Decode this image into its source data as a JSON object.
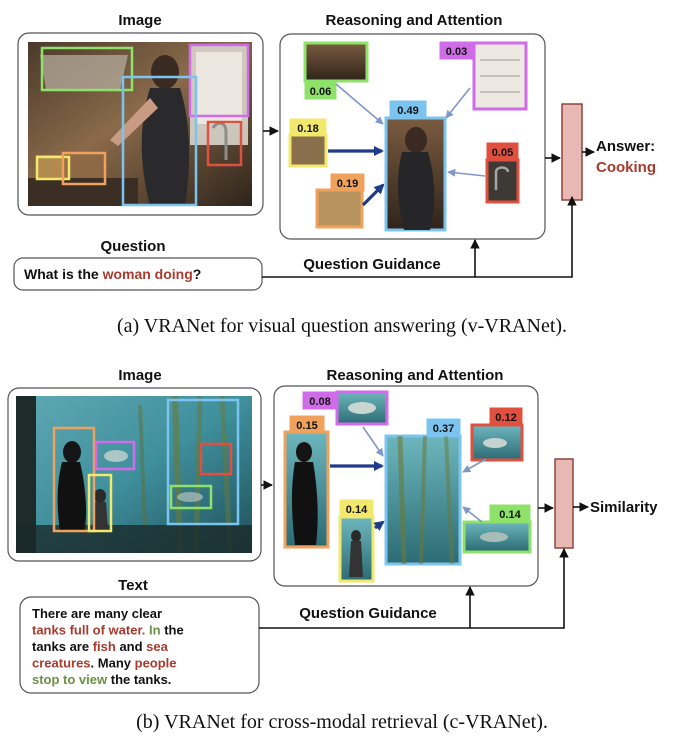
{
  "colors": {
    "emph_red": "#a83a2e",
    "emph_green": "#6b8f45",
    "green_box": "#8ee26a",
    "magenta_box": "#d06ce8",
    "blue_box": "#7cc4f0",
    "yellow_box": "#f2e86b",
    "orange_box": "#f0a25c",
    "red_box": "#e0503f",
    "fusion": "#e7b8b4"
  },
  "panel_a": {
    "image_title": "Image",
    "reasoning_title": "Reasoning and Attention",
    "question_title": "Question",
    "question_parts": [
      "What is the ",
      "woman doing",
      "?"
    ],
    "guidance_label": "Question Guidance",
    "answer_label": "Answer:",
    "answer_value": "Cooking",
    "scores": {
      "hood": "0.06",
      "window": "0.03",
      "woman": "0.49",
      "pot": "0.18",
      "board": "0.19",
      "faucet": "0.05"
    },
    "caption": "(a) VRANet for visual question answering (v-VRANet)."
  },
  "panel_b": {
    "image_title": "Image",
    "reasoning_title": "Reasoning and Attention",
    "text_title": "Text",
    "text_lines": [
      [
        [
          "There are many clear",
          "k"
        ]
      ],
      [
        [
          "tanks full of water.",
          "r"
        ],
        [
          " In ",
          "g"
        ],
        [
          "the",
          "k"
        ]
      ],
      [
        [
          "tanks are ",
          "k"
        ],
        [
          "fish",
          "r"
        ],
        [
          " and ",
          "k"
        ],
        [
          "sea",
          "r"
        ]
      ],
      [
        [
          "creatures",
          "r"
        ],
        [
          ". Many ",
          "k"
        ],
        [
          "people",
          "r"
        ]
      ],
      [
        [
          "stop to view",
          "g"
        ],
        [
          " the tanks.",
          "k"
        ]
      ]
    ],
    "guidance_label": "Question Guidance",
    "output_label": "Similarity",
    "scores": {
      "fish_top": "0.08",
      "person": "0.15",
      "kelp": "0.37",
      "fish_right": "0.12",
      "child": "0.14",
      "fish_bottom": "0.14"
    },
    "caption": "(b) VRANet for cross-modal retrieval (c-VRANet)."
  }
}
